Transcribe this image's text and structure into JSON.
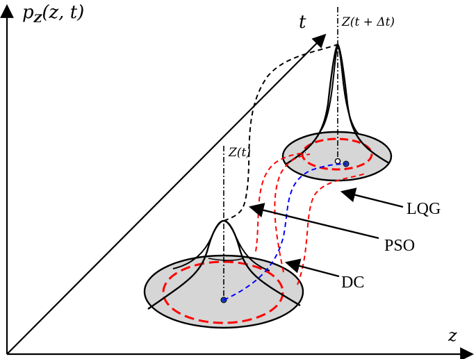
{
  "axes": {
    "y_label": "p_Z(z,t)",
    "y_label_parts": {
      "p": "p",
      "sub": "Z",
      "args": "(z, t)"
    },
    "x_label": "z",
    "t_label": "t"
  },
  "markers": {
    "current": "Z(t)",
    "next": "Z(t + Δt)"
  },
  "legend": {
    "lqg": "LQG",
    "pso": "PSO",
    "dc": "DC"
  },
  "colors": {
    "ellipse_fill": "#d6d6d6",
    "lqg_path": "#ff0000",
    "pso_path": "#000000",
    "dc_path": "#0000ff",
    "point": "#1a3fa8"
  }
}
